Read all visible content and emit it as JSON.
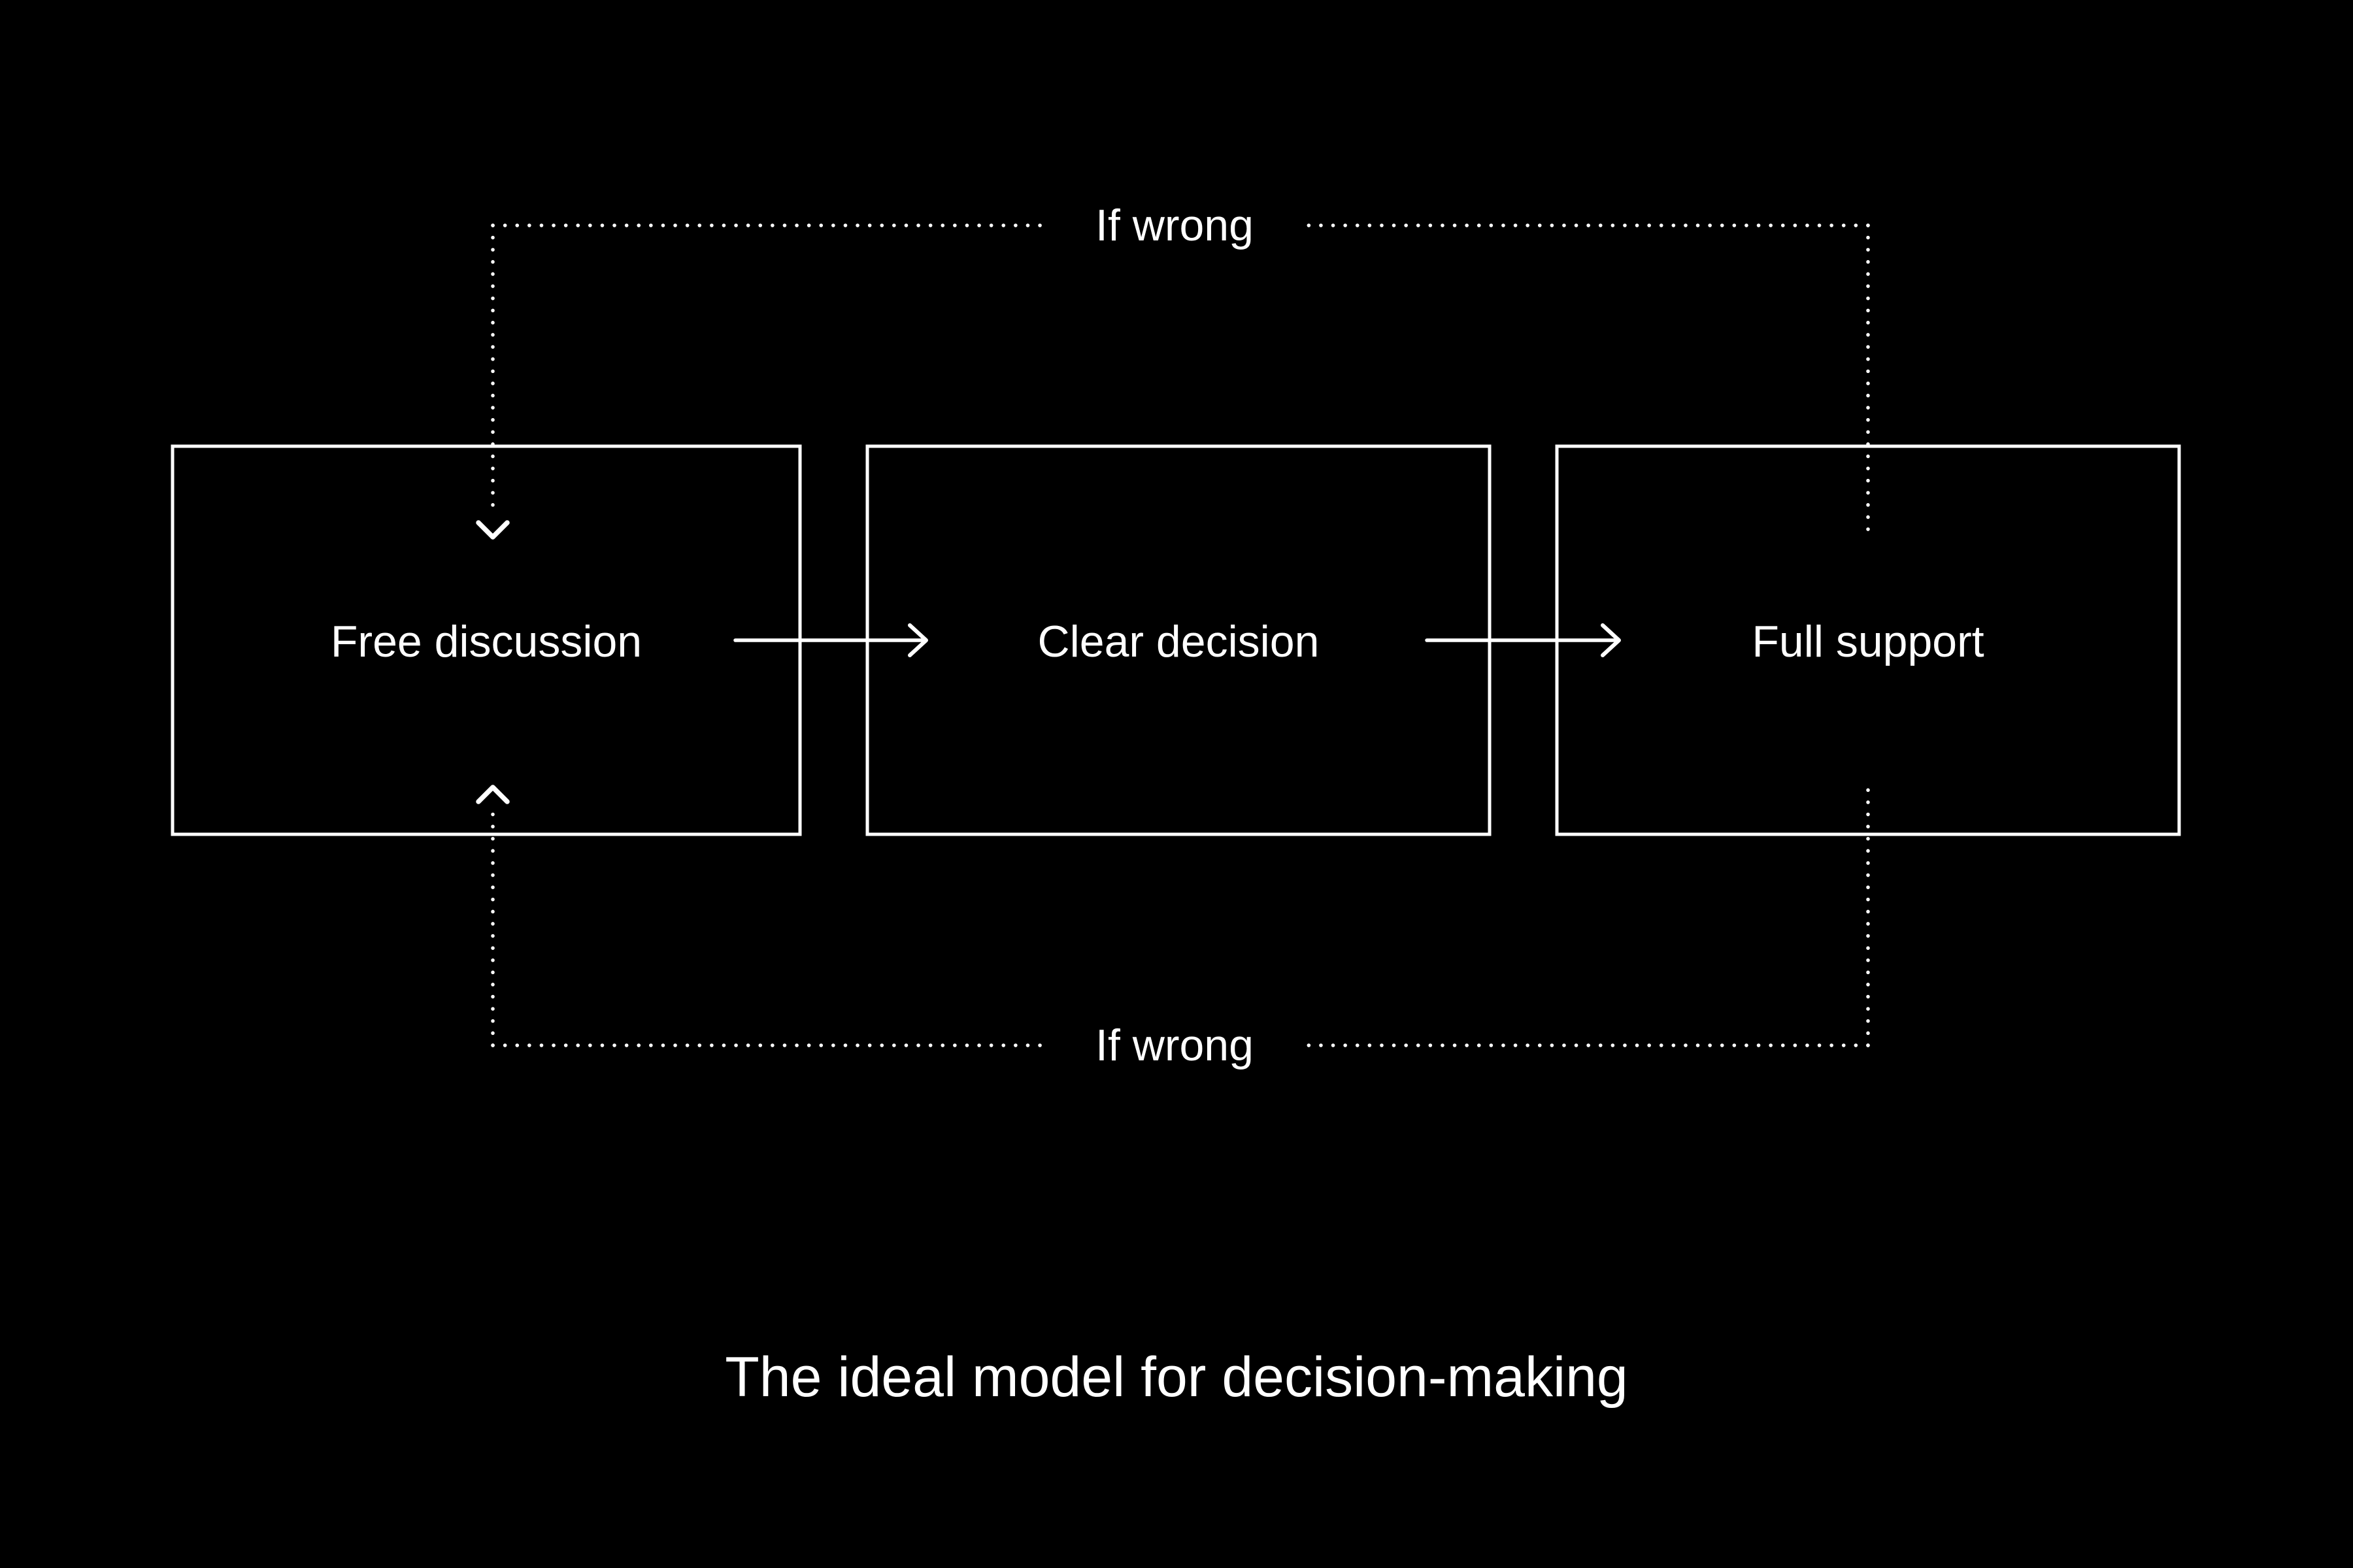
{
  "colors": {
    "background": "#000000",
    "foreground": "#ffffff"
  },
  "diagram": {
    "nodes": [
      {
        "label": "Free discussion"
      },
      {
        "label": "Clear decision"
      },
      {
        "label": "Full support"
      }
    ],
    "feedback": {
      "top_label": "If wrong",
      "bottom_label": "If wrong"
    },
    "caption": "The ideal model for decision-making"
  }
}
